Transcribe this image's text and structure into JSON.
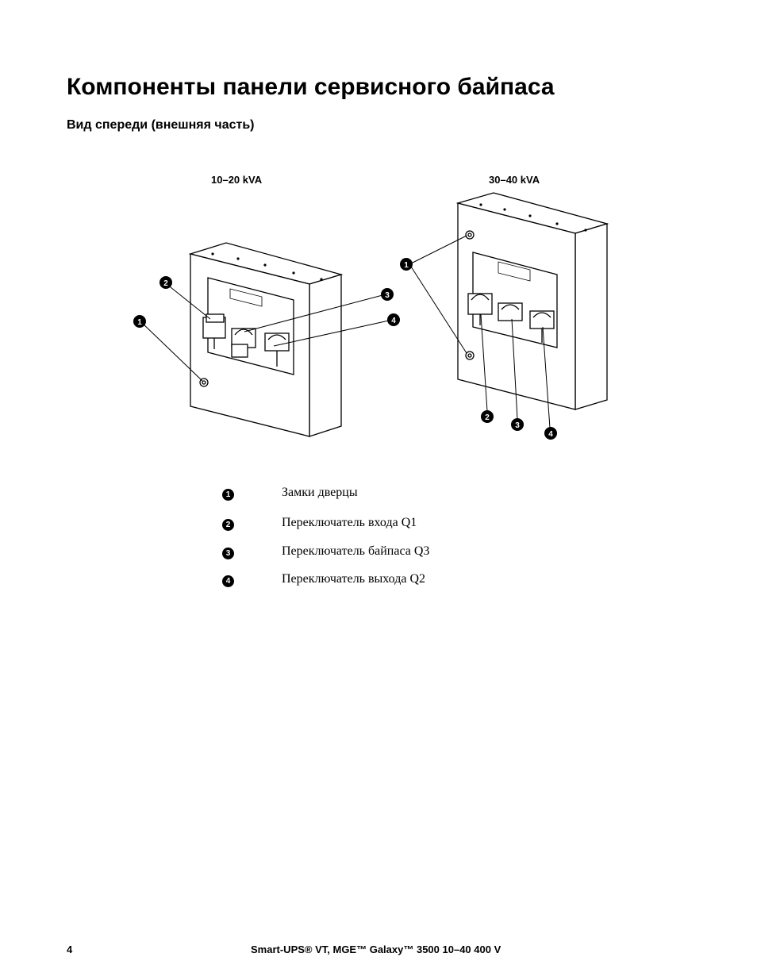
{
  "page": {
    "title": "Компоненты панели сервисного байпаса",
    "subtitle": "Вид спереди (внешняя часть)"
  },
  "figures": [
    {
      "label": "10–20 kVA"
    },
    {
      "label": "30–40 kVA"
    }
  ],
  "callouts": [
    "1",
    "2",
    "3",
    "4"
  ],
  "legend": [
    {
      "num": "1",
      "text": "Замки дверцы"
    },
    {
      "num": "2",
      "text": "Переключатель входа Q1"
    },
    {
      "num": "3",
      "text": "Переключатель байпаса Q3"
    },
    {
      "num": "4",
      "text": "Переключатель выхода Q2"
    }
  ],
  "footer": {
    "page_number": "4",
    "product": "Smart-UPS® VT, MGE™ Galaxy™ 3500 10–40  400 V"
  }
}
